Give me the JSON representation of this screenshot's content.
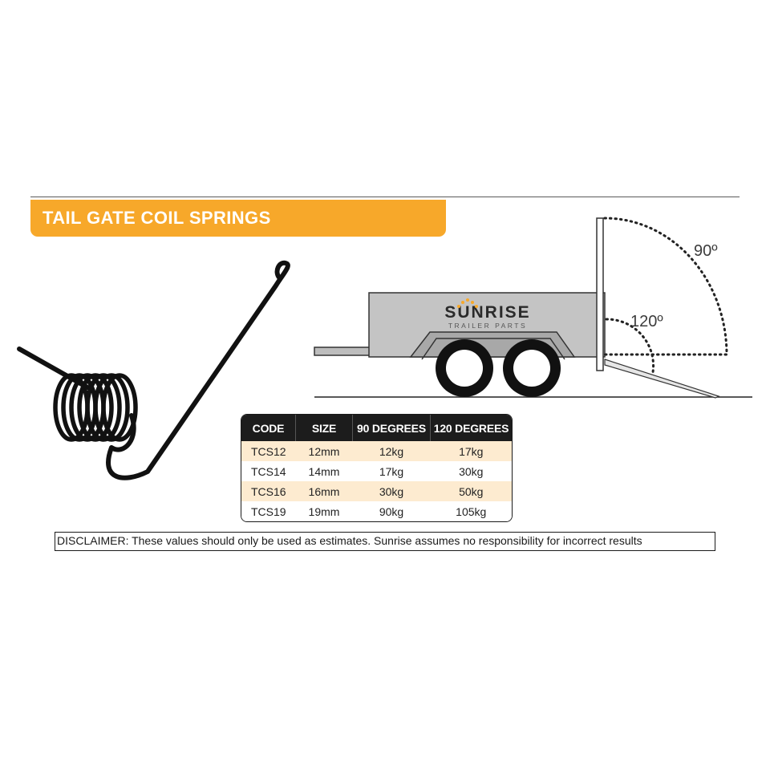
{
  "title": "TAIL GATE COIL SPRINGS",
  "logo": {
    "brand": "SUNRISE",
    "tagline": "TRAILER PARTS",
    "accent_color": "#f7a82a"
  },
  "angles": {
    "upright": "90º",
    "open": "120º"
  },
  "table": {
    "headers": [
      "CODE",
      "SIZE",
      "90 DEGREES",
      "120 DEGREES"
    ],
    "rows": [
      [
        "TCS12",
        "12mm",
        "12kg",
        "17kg"
      ],
      [
        "TCS14",
        "14mm",
        "17kg",
        "30kg"
      ],
      [
        "TCS16",
        "16mm",
        "30kg",
        "50kg"
      ],
      [
        "TCS19",
        "19mm",
        "90kg",
        "105kg"
      ]
    ]
  },
  "disclaimer": "DISCLAIMER: These values should only be used as estimates. Sunrise assumes no responsibility for incorrect results",
  "colors": {
    "banner": "#f7a82a",
    "header_bg": "#1c1c1c",
    "row_highlight": "#fdebd0",
    "trailer_body": "#c4c4c4"
  }
}
